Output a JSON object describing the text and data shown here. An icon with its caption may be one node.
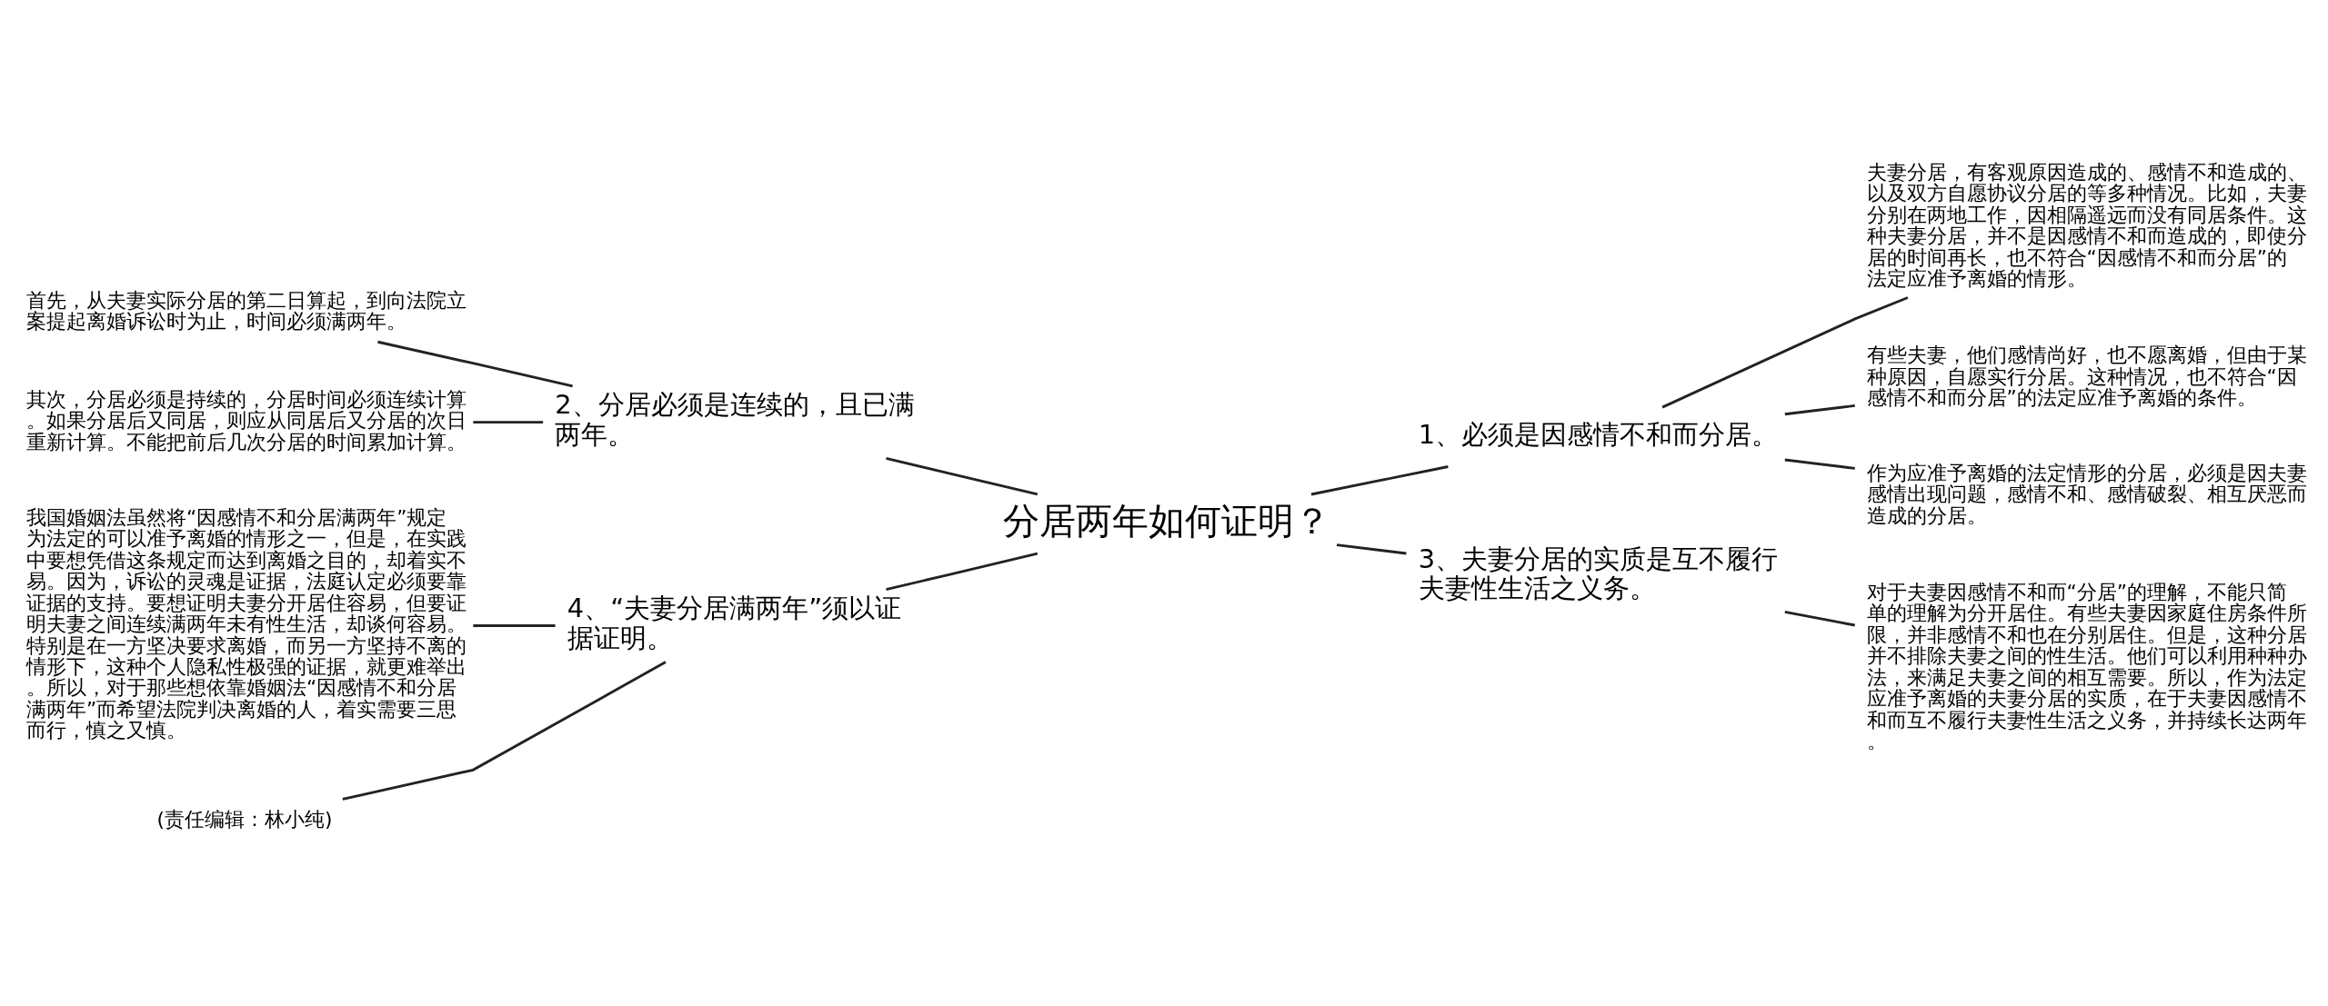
{
  "diagram": {
    "nodes": [
      {
        "text": [
          "分居两年如何证明？"
        ]
      },
      {
        "text": [
          "2、分居必须是连续的，且已满两年。"
        ]
      },
      {
        "text": [
          "首先，从夫妻实际分居的第二日算起，到向法院立案提起离婚诉讼时为止，时间必须满两年。"
        ]
      },
      {
        "text": [
          "其次，分居必须是持续的，分居时间必须连续计算。如果分居后又同居，则应从同居后又分居的次日重新计算。不能把前后几次分居的时间累加计算。"
        ]
      },
      {
        "text": [
          "4、“夫妻分居满两年”须以证据证明。"
        ]
      },
      {
        "text": [
          "我国婚姻法虽然将“因感情不和分居满两年”规定为法定的可以准予离婚的情形之一，但是，在实践中要想凭借这条规定而达到离婚之目的，却着实不易。因为，诉讼的灵魂是证据，法庭认定必须要靠证据的支持。要想证明夫妻分开居住容易，但要证明夫妻之间连续满两年未有性生活，却谈何容易。特别是在一方坚决要求离婚，而另一方坚持不离的情形下，这种个人隐私性极强的证据，就更难举出。所以，对于那些想依靠婚姻法“因感情不和分居满两年”而希望法院判决离婚的人，着实需要三思而行，慎之又慎。"
        ]
      },
      {
        "text": [
          "(责任编辑：林小纯)"
        ]
      },
      {
        "text": [
          "1、必须是因感情不和而分居。"
        ]
      },
      {
        "text": [
          "夫妻分居，有客观原因造成的、感情不和造成的、以及双方自愿协议分居的等多种情况。比如，夫妻分别在两地工作，因相隔遥远而没有同居条件。这种夫妻分居，并不是因感情不和而造成的，即使分居的时间再长，也不符合“因感情不和而分居”的法定应准予离婚的情形。"
        ]
      },
      {
        "text": [
          "有些夫妻，他们感情尚好，也不愿离婚，但由于某种原因，自愿实行分居。这种情况，也不符合“因感情不和而分居”的法定应准予离婚的条件。"
        ]
      },
      {
        "text": [
          "作为应准予离婚的法定情形的分居，必须是因夫妻感情出现问题，感情不和、感情破裂、相互厌恶而造成的分居。"
        ]
      },
      {
        "text": [
          "3、夫妻分居的实质是互不履行夫妻性生活之义务。"
        ]
      },
      {
        "text": [
          "对于夫妻因感情不和而“分居”的理解，不能只简单的理解为分开居住。有些夫妻因家庭住房条件所限，并非感情不和也在分别居住。但是，这种分居并不排除夫妻之间的性生活。他们可以利用种种办法，来满足夫妻之间的相互需要。所以，作为法定应准予离婚的夫妻分居的实质，在于夫妻因感情不和而互不履行夫妻性生活之义务，并持续长达两年。"
        ]
      }
    ],
    "edges": [
      {
        "from": 1,
        "to": 0,
        "arrow": "none"
      },
      {
        "from": 2,
        "to": 1,
        "arrow": "none"
      },
      {
        "from": 3,
        "to": 1,
        "arrow": "none"
      },
      {
        "from": 4,
        "to": 0,
        "arrow": "none"
      },
      {
        "from": 5,
        "to": 4,
        "arrow": "none"
      },
      {
        "from": 6,
        "to": 4,
        "arrow": "none"
      },
      {
        "from": 0,
        "to": 7,
        "arrow": "none"
      },
      {
        "from": 7,
        "to": 8,
        "arrow": "none"
      },
      {
        "from": 7,
        "to": 9,
        "arrow": "none"
      },
      {
        "from": 7,
        "to": 10,
        "arrow": "none"
      },
      {
        "from": 0,
        "to": 11,
        "arrow": "none"
      },
      {
        "from": 11,
        "to": 12,
        "arrow": "none"
      }
    ]
  }
}
